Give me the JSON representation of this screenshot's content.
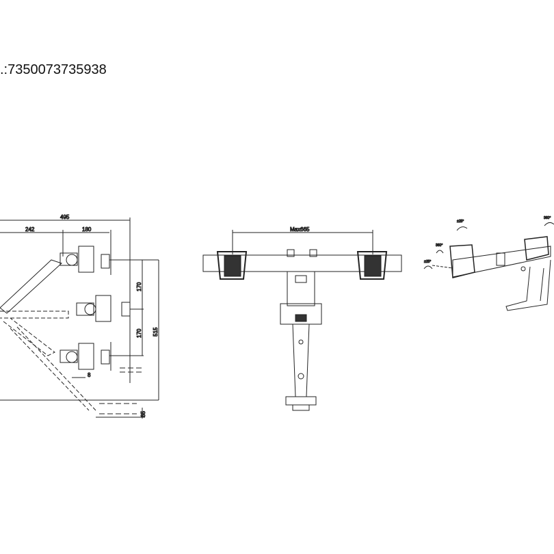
{
  "header": {
    "code_text": ".:7350073735938"
  },
  "side_view": {
    "dimensions": {
      "total_depth": "495",
      "arm_reach": "242",
      "head_reach": "180",
      "upper_travel": "170",
      "lower_travel": "170",
      "total_height": "515",
      "offset": "8",
      "base_offset": "85"
    }
  },
  "front_view": {
    "max_width": "Max665"
  },
  "perspective_view": {
    "tilt_left": "±25°",
    "rotate_left": "360°",
    "tilt_left_2": "±25°",
    "rotate_right": "360°"
  }
}
